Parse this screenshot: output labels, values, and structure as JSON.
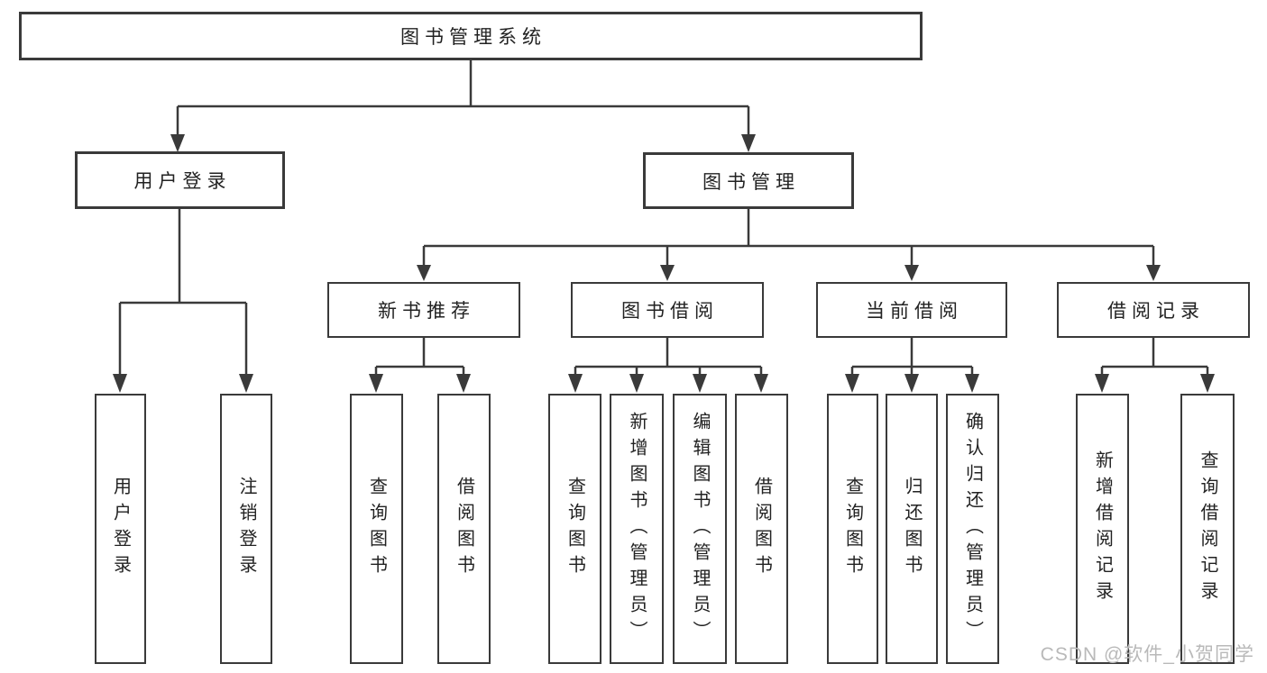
{
  "diagram": {
    "title": "图书管理系统",
    "root": {
      "label": "图书管理系统"
    },
    "level2": [
      {
        "label": "用户登录"
      },
      {
        "label": "图书管理"
      }
    ],
    "level3": [
      {
        "label": "新书推荐"
      },
      {
        "label": "图书借阅"
      },
      {
        "label": "当前借阅"
      },
      {
        "label": "借阅记录"
      }
    ],
    "leaves": [
      {
        "label": "用户登录",
        "parent": "用户登录"
      },
      {
        "label": "注销登录",
        "parent": "用户登录"
      },
      {
        "label": "查询图书",
        "parent": "新书推荐"
      },
      {
        "label": "借阅图书",
        "parent": "新书推荐"
      },
      {
        "label": "查询图书",
        "parent": "图书借阅"
      },
      {
        "label": "新增图书（管理员）",
        "parent": "图书借阅"
      },
      {
        "label": "编辑图书（管理员）",
        "parent": "图书借阅"
      },
      {
        "label": "借阅图书",
        "parent": "图书借阅"
      },
      {
        "label": "查询图书",
        "parent": "当前借阅"
      },
      {
        "label": "归还图书",
        "parent": "当前借阅"
      },
      {
        "label": "确认归还（管理员）",
        "parent": "当前借阅"
      },
      {
        "label": "新增借阅记录",
        "parent": "借阅记录"
      },
      {
        "label": "查询借阅记录",
        "parent": "借阅记录"
      }
    ],
    "watermark": "CSDN @软件_小贺同学",
    "colors": {
      "line": "#3a3a3a",
      "text": "#222222",
      "watermark": "#b9b9b9",
      "background": "#ffffff"
    }
  }
}
